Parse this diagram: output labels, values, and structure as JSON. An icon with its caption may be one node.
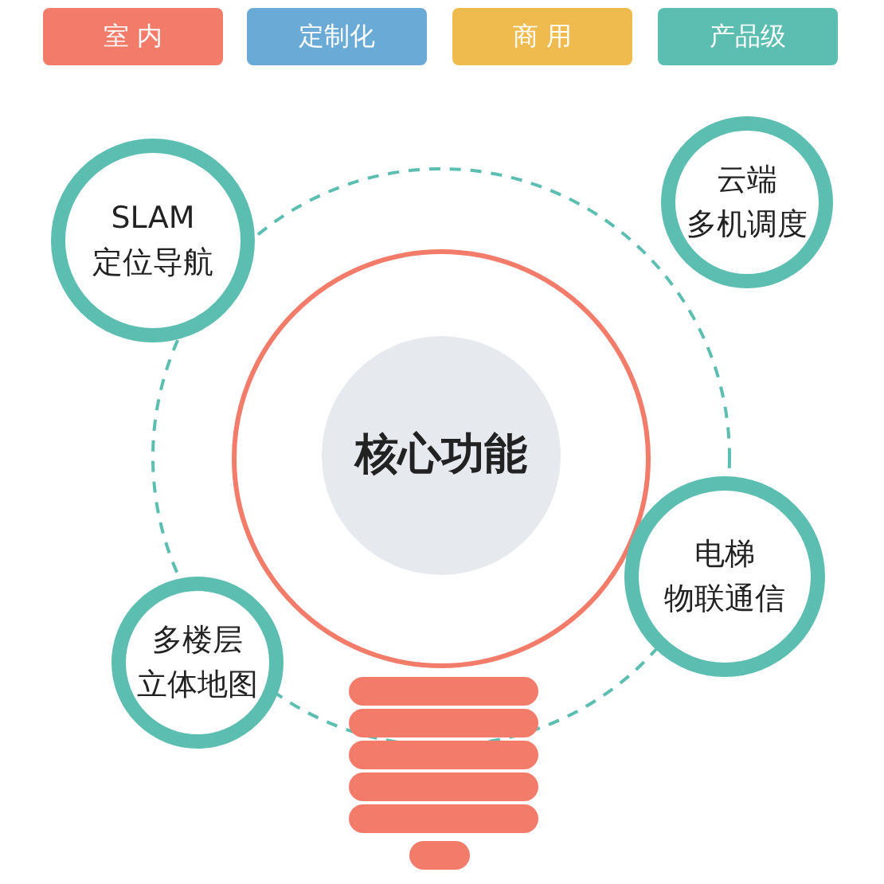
{
  "diagram": {
    "nodes": [
      {
        "text": [
          "室 内"
        ]
      },
      {
        "text": [
          "定制化"
        ]
      },
      {
        "text": [
          "商 用"
        ]
      },
      {
        "text": [
          "产品级"
        ]
      },
      {
        "text": [
          "云端多机调度"
        ]
      },
      {
        "text": [
          "SLAM 定位导航"
        ]
      },
      {
        "text": [
          "核心功能"
        ]
      },
      {
        "text": [
          "电梯物联通信"
        ]
      },
      {
        "text": [
          "多楼层立体地图"
        ]
      }
    ],
    "edges": []
  }
}
